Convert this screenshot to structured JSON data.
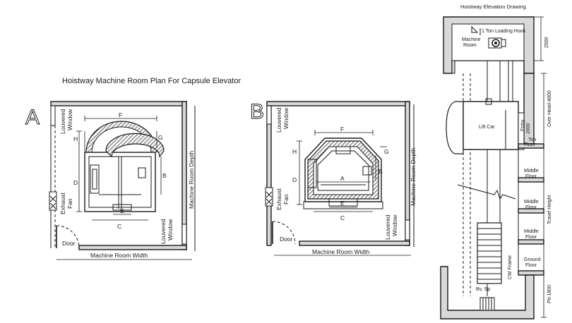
{
  "panel_a": {
    "letter": "A",
    "title": "Hoistway Machine Room Plan For Capsule Elevator",
    "louvered_window_top": [
      "Louvered",
      "Window"
    ],
    "louvered_window_bottom": [
      "Louvered",
      "Window"
    ],
    "exhaust_fan": [
      "Exhaust",
      "Fan"
    ],
    "door": "Door",
    "machine_room_width": "Machine Room Width",
    "machine_room_depth": "Machine Room Depth",
    "dims": {
      "F": "F",
      "G": "G",
      "H": "H",
      "D": "D",
      "B": "B",
      "E": "E",
      "C": "C"
    }
  },
  "panel_b": {
    "letter": "B",
    "louvered_window_top": [
      "Louvered",
      "Window"
    ],
    "louvered_window_bottom": [
      "Louvered",
      "Window"
    ],
    "exhaust_fan": [
      "Exhaust",
      "Fan"
    ],
    "door": "Door",
    "machine_room_width": "Machine Room Width",
    "machine_room_depth": "Machine Room Depth",
    "dims": {
      "F": "F",
      "G": "G",
      "H": "H",
      "D": "D",
      "A": "A",
      "B": "B",
      "E": "E",
      "C": "C"
    }
  },
  "elevation": {
    "title": "Hoistway Elevation Drawing",
    "loading_hook": "1 Ton Loading Hook",
    "machine_room": [
      "Machine",
      "Room"
    ],
    "dim_2500": "2500",
    "over_head": "Over Head-4800",
    "lift_car": "Lift Car",
    "entry": [
      "Entry",
      "2000"
    ],
    "top_floor": [
      "Top",
      "Floor"
    ],
    "middle_floor_1": [
      "Middle",
      "Floor"
    ],
    "middle_floor_2": [
      "Middle",
      "Floor"
    ],
    "middle_floor_3": [
      "Middle",
      "Floor"
    ],
    "ground_floor": [
      "Ground",
      "Floor"
    ],
    "travel_height": "Travel Height",
    "cw_frame": "CW Frame",
    "bv_sp": "Bv, Sp",
    "pit": "Pit-1800"
  }
}
